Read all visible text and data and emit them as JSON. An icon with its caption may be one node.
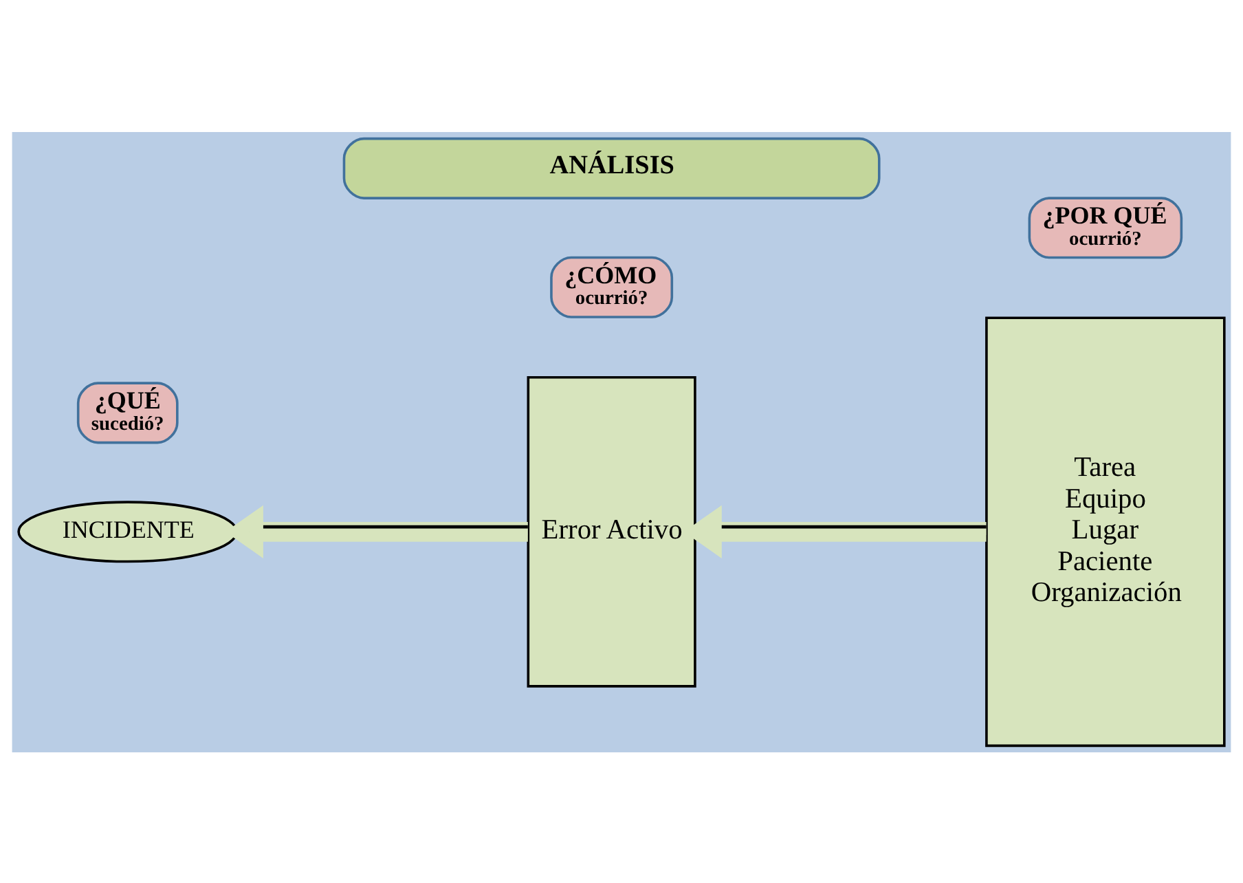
{
  "diagram": {
    "nodes": [
      {
        "text": [
          "INCIDENTE"
        ]
      },
      {
        "text": [
          "Error Activo"
        ]
      },
      {
        "text": [
          "Tarea",
          "Equipo",
          "Lugar",
          "Paciente",
          "Organización"
        ]
      },
      {
        "text": [
          "¿QUÉ",
          "sucedió?"
        ]
      },
      {
        "text": [
          "¿CÓMO",
          "ocurrió?"
        ]
      },
      {
        "text": [
          "¿POR QUÉ",
          "ocurrió?"
        ]
      },
      {
        "text": [
          "ANÁLISIS"
        ]
      }
    ],
    "edges": [
      {
        "from": 2,
        "to": 1,
        "arrow": "to"
      },
      {
        "from": 1,
        "to": 0,
        "arrow": "to"
      }
    ]
  }
}
